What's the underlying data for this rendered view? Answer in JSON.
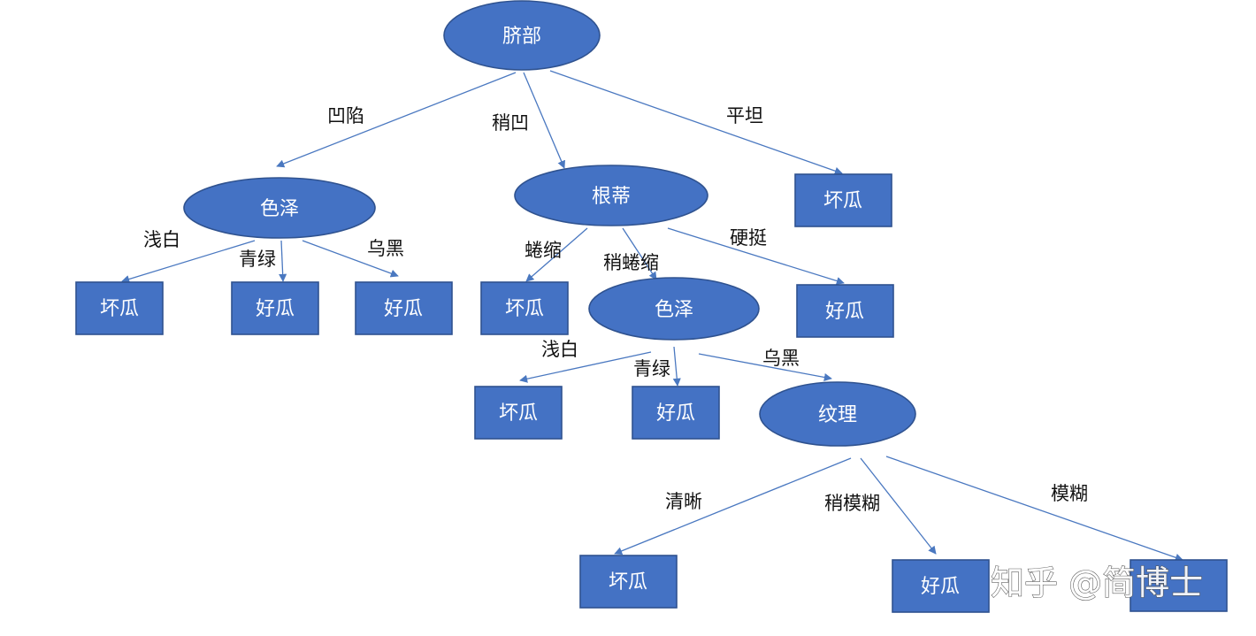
{
  "nodes": {
    "root": {
      "label": "脐部",
      "shape": "ellipse"
    },
    "n_color1": {
      "label": "色泽",
      "shape": "ellipse"
    },
    "n_root2": {
      "label": "根蒂",
      "shape": "ellipse"
    },
    "n_bad1": {
      "label": "坏瓜",
      "shape": "rect"
    },
    "n_bad2": {
      "label": "坏瓜",
      "shape": "rect"
    },
    "n_good1": {
      "label": "好瓜",
      "shape": "rect"
    },
    "n_good2": {
      "label": "好瓜",
      "shape": "rect"
    },
    "n_bad3": {
      "label": "坏瓜",
      "shape": "rect"
    },
    "n_color2": {
      "label": "色泽",
      "shape": "ellipse"
    },
    "n_good3": {
      "label": "好瓜",
      "shape": "rect"
    },
    "n_bad4": {
      "label": "坏瓜",
      "shape": "rect"
    },
    "n_good4": {
      "label": "好瓜",
      "shape": "rect"
    },
    "n_texture": {
      "label": "纹理",
      "shape": "ellipse"
    },
    "n_bad5": {
      "label": "坏瓜",
      "shape": "rect"
    },
    "n_good5": {
      "label": "好瓜",
      "shape": "rect"
    },
    "n_last": {
      "label": "",
      "shape": "rect"
    }
  },
  "edges": [
    {
      "from": "root",
      "to": "n_color1",
      "label": "凹陷"
    },
    {
      "from": "root",
      "to": "n_root2",
      "label": "稍凹"
    },
    {
      "from": "root",
      "to": "n_bad1",
      "label": "平坦"
    },
    {
      "from": "n_color1",
      "to": "n_bad2",
      "label": "浅白"
    },
    {
      "from": "n_color1",
      "to": "n_good1",
      "label": "青绿"
    },
    {
      "from": "n_color1",
      "to": "n_good2",
      "label": "乌黑"
    },
    {
      "from": "n_root2",
      "to": "n_bad3",
      "label": "蜷缩"
    },
    {
      "from": "n_root2",
      "to": "n_color2",
      "label": "稍蜷缩"
    },
    {
      "from": "n_root2",
      "to": "n_good3",
      "label": "硬挺"
    },
    {
      "from": "n_color2",
      "to": "n_bad4",
      "label": "浅白"
    },
    {
      "from": "n_color2",
      "to": "n_good4",
      "label": "青绿"
    },
    {
      "from": "n_color2",
      "to": "n_texture",
      "label": "乌黑"
    },
    {
      "from": "n_texture",
      "to": "n_bad5",
      "label": "清晰"
    },
    {
      "from": "n_texture",
      "to": "n_good5",
      "label": "稍模糊"
    },
    {
      "from": "n_texture",
      "to": "n_last",
      "label": "模糊"
    }
  ],
  "watermark": "知乎 @简博士",
  "colors": {
    "node_fill": "#4472c4",
    "node_border": "#2f528f",
    "edge": "#4a78c0"
  }
}
